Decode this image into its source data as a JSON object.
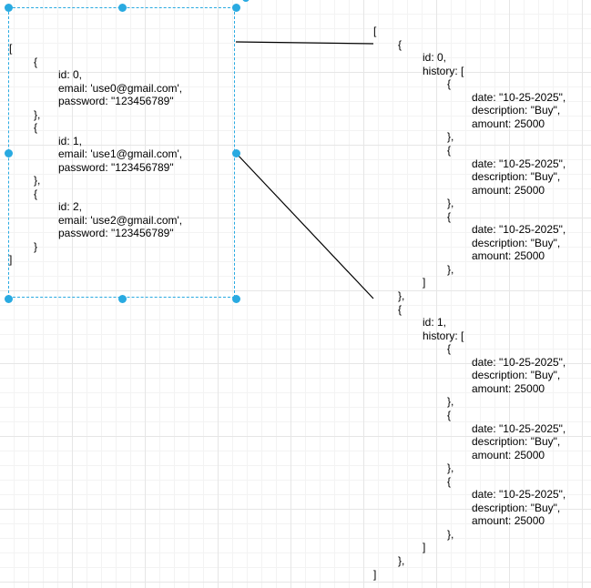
{
  "diagram": {
    "colors": {
      "selection": "#29aae1",
      "connector": "#000000"
    },
    "users_block": {
      "lines": [
        {
          "indent": 0,
          "text": "["
        },
        {
          "indent": 1,
          "text": "{"
        },
        {
          "indent": 2,
          "text": "id: 0,"
        },
        {
          "indent": 2,
          "text": "email: 'use0@gmail.com',"
        },
        {
          "indent": 2,
          "text": "password: \"123456789\""
        },
        {
          "indent": 1,
          "text": "},"
        },
        {
          "indent": 1,
          "text": "{"
        },
        {
          "indent": 2,
          "text": "id: 1,"
        },
        {
          "indent": 2,
          "text": "email: 'use1@gmail.com',"
        },
        {
          "indent": 2,
          "text": "password: \"123456789\""
        },
        {
          "indent": 1,
          "text": "},"
        },
        {
          "indent": 1,
          "text": "{"
        },
        {
          "indent": 2,
          "text": "id: 2,"
        },
        {
          "indent": 2,
          "text": "email: 'use2@gmail.com',"
        },
        {
          "indent": 2,
          "text": "password: \"123456789\""
        },
        {
          "indent": 1,
          "text": "}"
        },
        {
          "indent": 0,
          "text": "]"
        }
      ]
    },
    "history_block": {
      "lines": [
        {
          "indent": 0,
          "text": "["
        },
        {
          "indent": 1,
          "text": "{"
        },
        {
          "indent": 2,
          "text": "id: 0,"
        },
        {
          "indent": 2,
          "text": "history: ["
        },
        {
          "indent": 3,
          "text": "{"
        },
        {
          "indent": 4,
          "text": "date: \"10-25-2025\","
        },
        {
          "indent": 4,
          "text": "description: \"Buy\","
        },
        {
          "indent": 4,
          "text": "amount: 25000"
        },
        {
          "indent": 3,
          "text": "},"
        },
        {
          "indent": 3,
          "text": "{"
        },
        {
          "indent": 4,
          "text": "date: \"10-25-2025\","
        },
        {
          "indent": 4,
          "text": "description: \"Buy\","
        },
        {
          "indent": 4,
          "text": "amount: 25000"
        },
        {
          "indent": 3,
          "text": "},"
        },
        {
          "indent": 3,
          "text": "{"
        },
        {
          "indent": 4,
          "text": "date: \"10-25-2025\","
        },
        {
          "indent": 4,
          "text": "description: \"Buy\","
        },
        {
          "indent": 4,
          "text": "amount: 25000"
        },
        {
          "indent": 3,
          "text": "},"
        },
        {
          "indent": 2,
          "text": "]"
        },
        {
          "indent": 1,
          "text": "},"
        },
        {
          "indent": 1,
          "text": "{"
        },
        {
          "indent": 2,
          "text": "id: 1,"
        },
        {
          "indent": 2,
          "text": "history: ["
        },
        {
          "indent": 3,
          "text": "{"
        },
        {
          "indent": 4,
          "text": "date: \"10-25-2025\","
        },
        {
          "indent": 4,
          "text": "description: \"Buy\","
        },
        {
          "indent": 4,
          "text": "amount: 25000"
        },
        {
          "indent": 3,
          "text": "},"
        },
        {
          "indent": 3,
          "text": "{"
        },
        {
          "indent": 4,
          "text": "date: \"10-25-2025\","
        },
        {
          "indent": 4,
          "text": "description: \"Buy\","
        },
        {
          "indent": 4,
          "text": "amount: 25000"
        },
        {
          "indent": 3,
          "text": "},"
        },
        {
          "indent": 3,
          "text": "{"
        },
        {
          "indent": 4,
          "text": "date: \"10-25-2025\","
        },
        {
          "indent": 4,
          "text": "description: \"Buy\","
        },
        {
          "indent": 4,
          "text": "amount: 25000"
        },
        {
          "indent": 3,
          "text": "},"
        },
        {
          "indent": 2,
          "text": "]"
        },
        {
          "indent": 1,
          "text": "},"
        },
        {
          "indent": 0,
          "text": "]"
        }
      ]
    }
  }
}
